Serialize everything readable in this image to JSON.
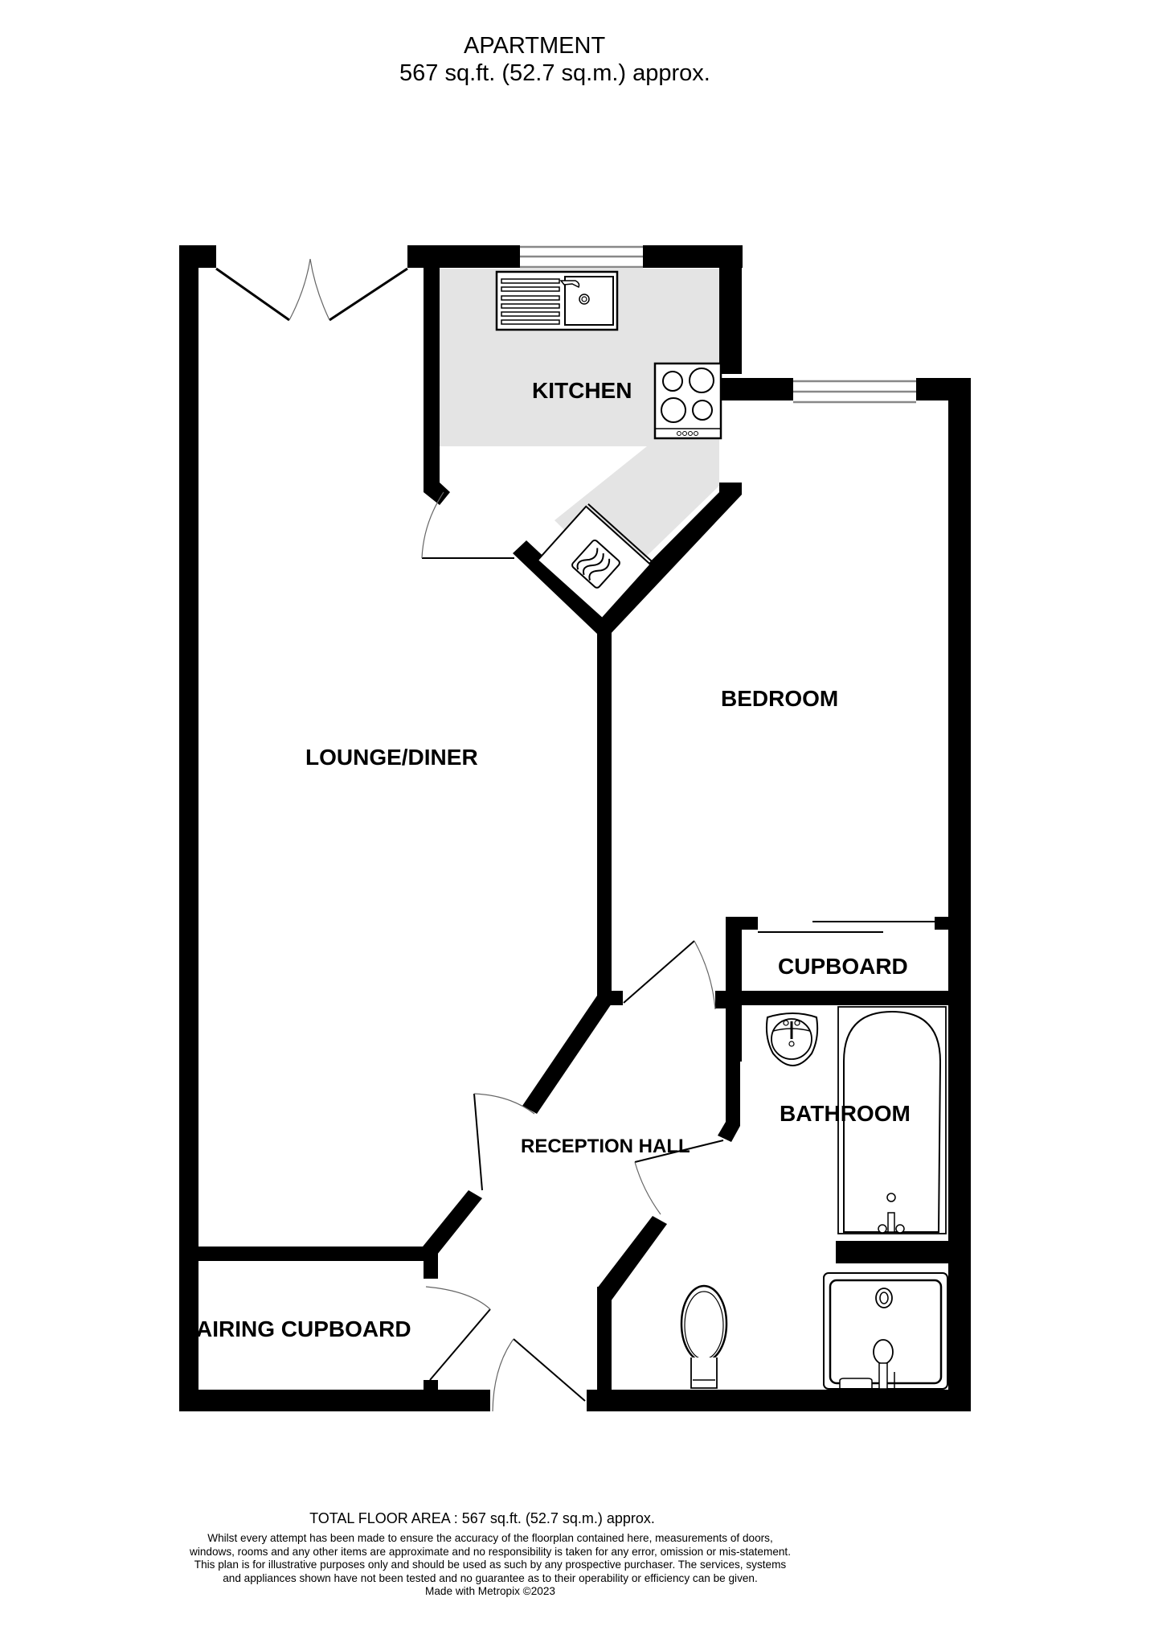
{
  "header": {
    "title": "APARTMENT",
    "subtitle": "567 sq.ft. (52.7 sq.m.) approx."
  },
  "rooms": {
    "kitchen": "KITCHEN",
    "bedroom": "BEDROOM",
    "lounge": "LOUNGE/DINER",
    "cupboard": "CUPBOARD",
    "bathroom": "BATHROOM",
    "reception_hall": "RECEPTION HALL",
    "airing_cupboard": "AIRING CUPBOARD"
  },
  "fixtures": {
    "kitchen": [
      "sink-with-drainer",
      "hob-4-ring",
      "washing-machine"
    ],
    "bathroom": [
      "wash-basin",
      "bath",
      "toilet",
      "shower-tray"
    ]
  },
  "colors": {
    "wall": "#000000",
    "worktop": "#e4e4e4",
    "window": "#888888",
    "background": "#ffffff"
  },
  "footer": {
    "total_floor_area": "TOTAL FLOOR AREA : 567 sq.ft. (52.7 sq.m.) approx.",
    "disclaimer": "Whilst every attempt has been made to ensure the accuracy of the floorplan contained here, measurements of doors, windows, rooms and any other items are approximate and no responsibility is taken for any error, omission or mis-statement. This plan is for illustrative purposes only and should be used as such by any prospective purchaser. The services, systems and appliances shown have not been tested and no guarantee as to their operability or efficiency can be given.",
    "made_with": "Made with Metropix ©2023"
  }
}
